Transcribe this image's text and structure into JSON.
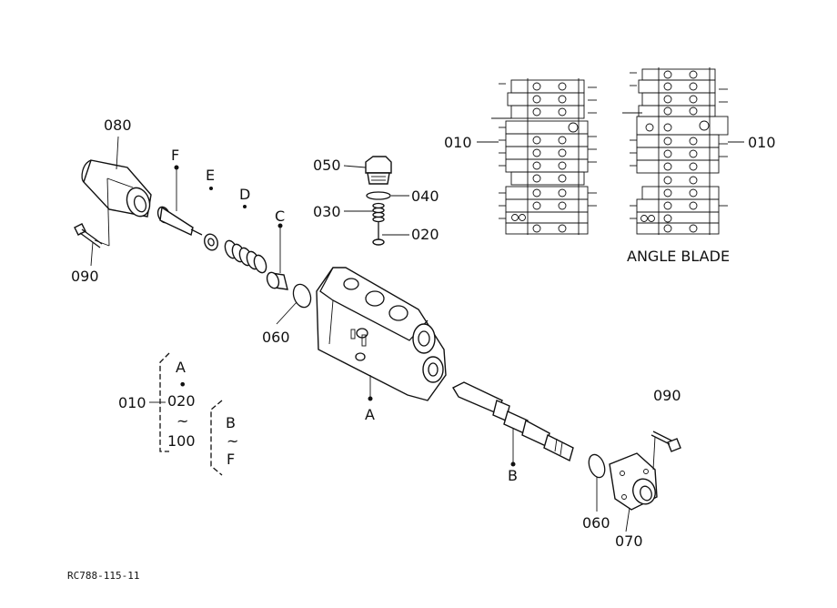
{
  "parts": {
    "p010_left": "010",
    "p010_right": "010",
    "p010_legend": "010",
    "p020": "020",
    "p030": "030",
    "p040": "040",
    "p050": "050",
    "p060_top": "060",
    "p060_bottom": "060",
    "p070": "070",
    "p080": "080",
    "p090_left": "090",
    "p090_right": "090"
  },
  "letters": {
    "A": "A",
    "B": "B",
    "C": "C",
    "D": "D",
    "E": "E",
    "F": "F"
  },
  "legend": {
    "top": "A",
    "dot": "•",
    "code_start": "020",
    "tilde_1": "~",
    "code_end": "100",
    "range_start": "B",
    "tilde_2": "~",
    "range_end": "F"
  },
  "caption": "ANGLE BLADE",
  "figure_code": "RC788-115-11"
}
